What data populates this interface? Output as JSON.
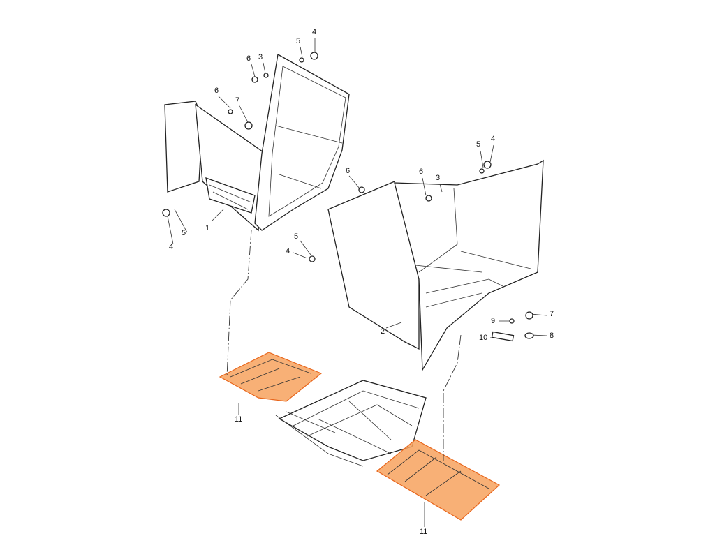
{
  "diagram": {
    "callouts": [
      "4",
      "5",
      "6",
      "3",
      "6",
      "7",
      "1",
      "5",
      "4",
      "6",
      "5",
      "4",
      "5",
      "4",
      "6",
      "3",
      "2",
      "7",
      "9",
      "10",
      "8",
      "11",
      "11"
    ],
    "highlight_color": "#f28a36"
  }
}
